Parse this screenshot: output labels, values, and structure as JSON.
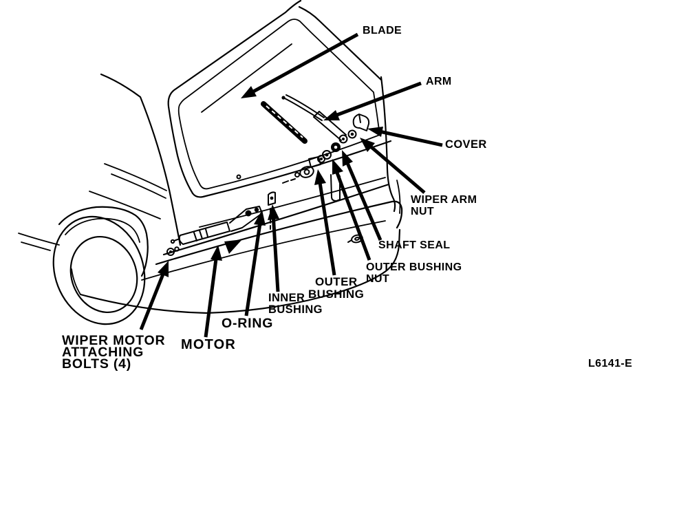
{
  "figure": {
    "kind": "exploded-parts-diagram",
    "subject": "liftgate rear window wiper motor assembly",
    "line_color": "#000000",
    "background_color": "#ffffff"
  },
  "labels": {
    "blade": "BLADE",
    "arm": "ARM",
    "cover": "COVER",
    "wiper_arm_nut": {
      "line1": "WIPER ARM",
      "line2": "NUT"
    },
    "shaft_seal": "SHAFT SEAL",
    "outer_bushing_nut": {
      "line1": "OUTER BUSHING",
      "line2": "NUT"
    },
    "outer_bushing": {
      "line1": "OUTER",
      "line2": "BUSHING"
    },
    "inner_bushing": {
      "line1": "INNER",
      "line2": "BUSHING"
    },
    "o_ring": "O-RING",
    "motor": "MOTOR",
    "wiper_motor_attaching_bolts": {
      "line1": "WIPER MOTOR",
      "line2": "ATTACHING",
      "line3": "BOLTS (4)"
    },
    "figure_code": "L6141-E"
  }
}
